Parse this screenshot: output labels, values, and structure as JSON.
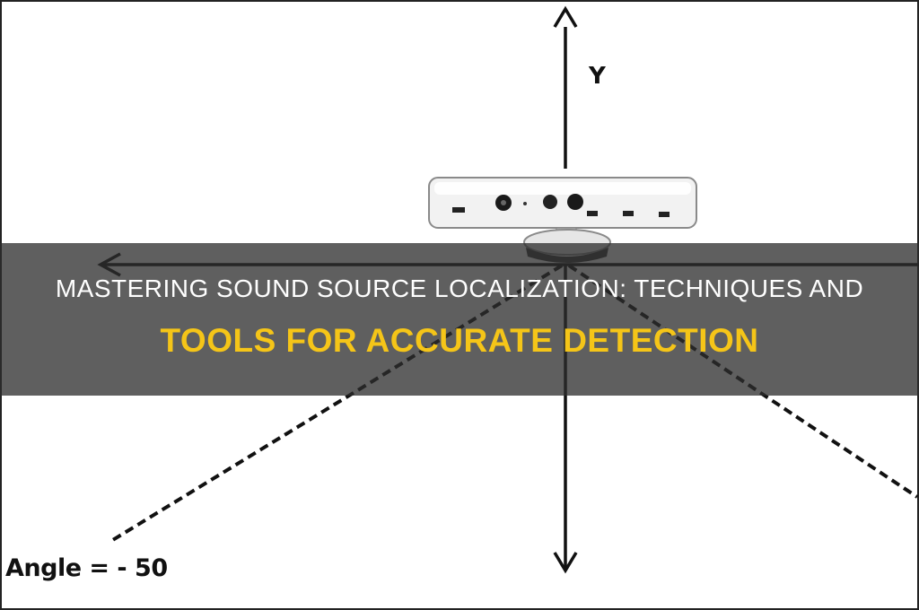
{
  "diagram": {
    "y_axis_label": "Y",
    "angle_label": "Angle = - 50",
    "sensor_icon": "kinect-sensor-icon"
  },
  "banner": {
    "title_line1": "MASTERING SOUND SOURCE LOCALIZATION: TECHNIQUES AND",
    "title_line2": "TOOLS FOR ACCURATE DETECTION"
  },
  "colors": {
    "line": "#111111",
    "banner_bg": "#2d2d2d",
    "title_primary": "#ffffff",
    "title_accent": "#f5c518"
  }
}
